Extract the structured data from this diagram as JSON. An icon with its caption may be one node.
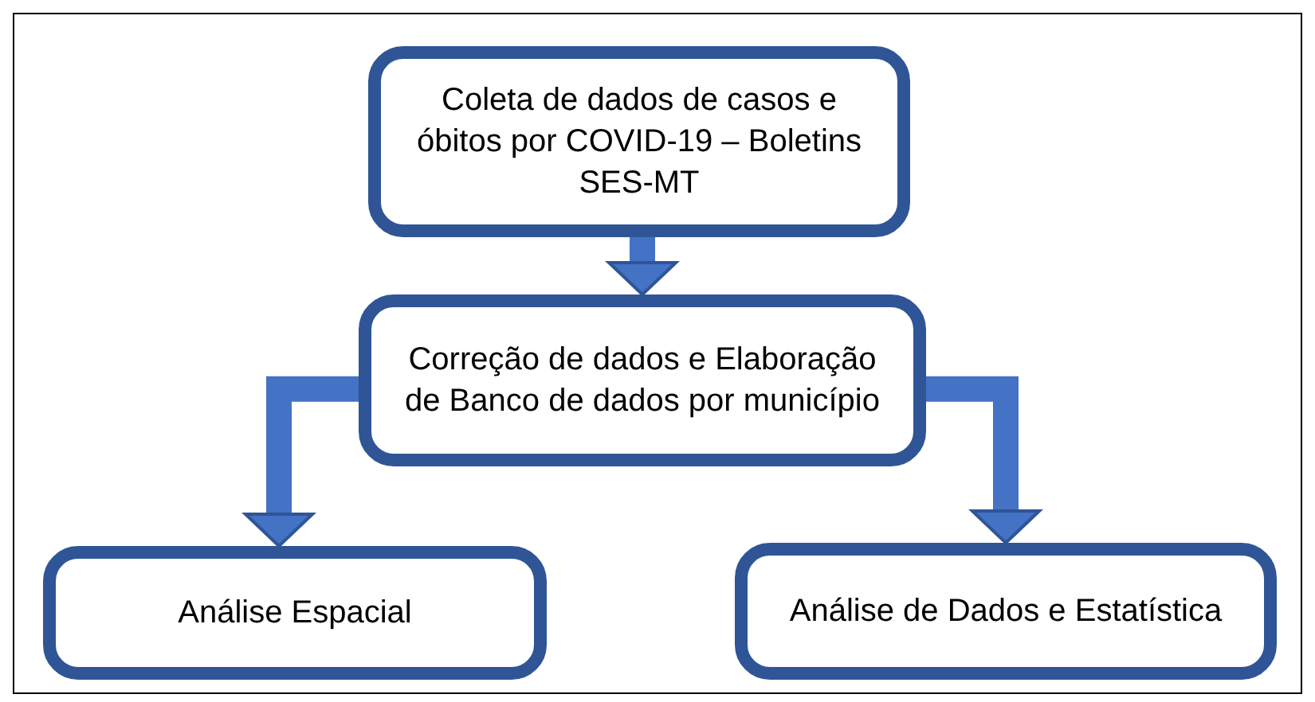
{
  "diagram": {
    "nodes": [
      {
        "text": [
          "Coleta de dados de casos e óbitos por COVID-19 – Boletins SES-MT"
        ]
      },
      {
        "text": [
          "Correção de dados e Elaboração de Banco de dados por município"
        ]
      },
      {
        "text": [
          "Análise Espacial"
        ]
      },
      {
        "text": [
          "Análise de Dados e Estatística"
        ]
      }
    ],
    "edges": [
      {
        "from": 0,
        "to": 1,
        "arrow": "to"
      },
      {
        "from": 1,
        "to": 2,
        "arrow": "to"
      },
      {
        "from": 1,
        "to": 3,
        "arrow": "to"
      }
    ]
  }
}
